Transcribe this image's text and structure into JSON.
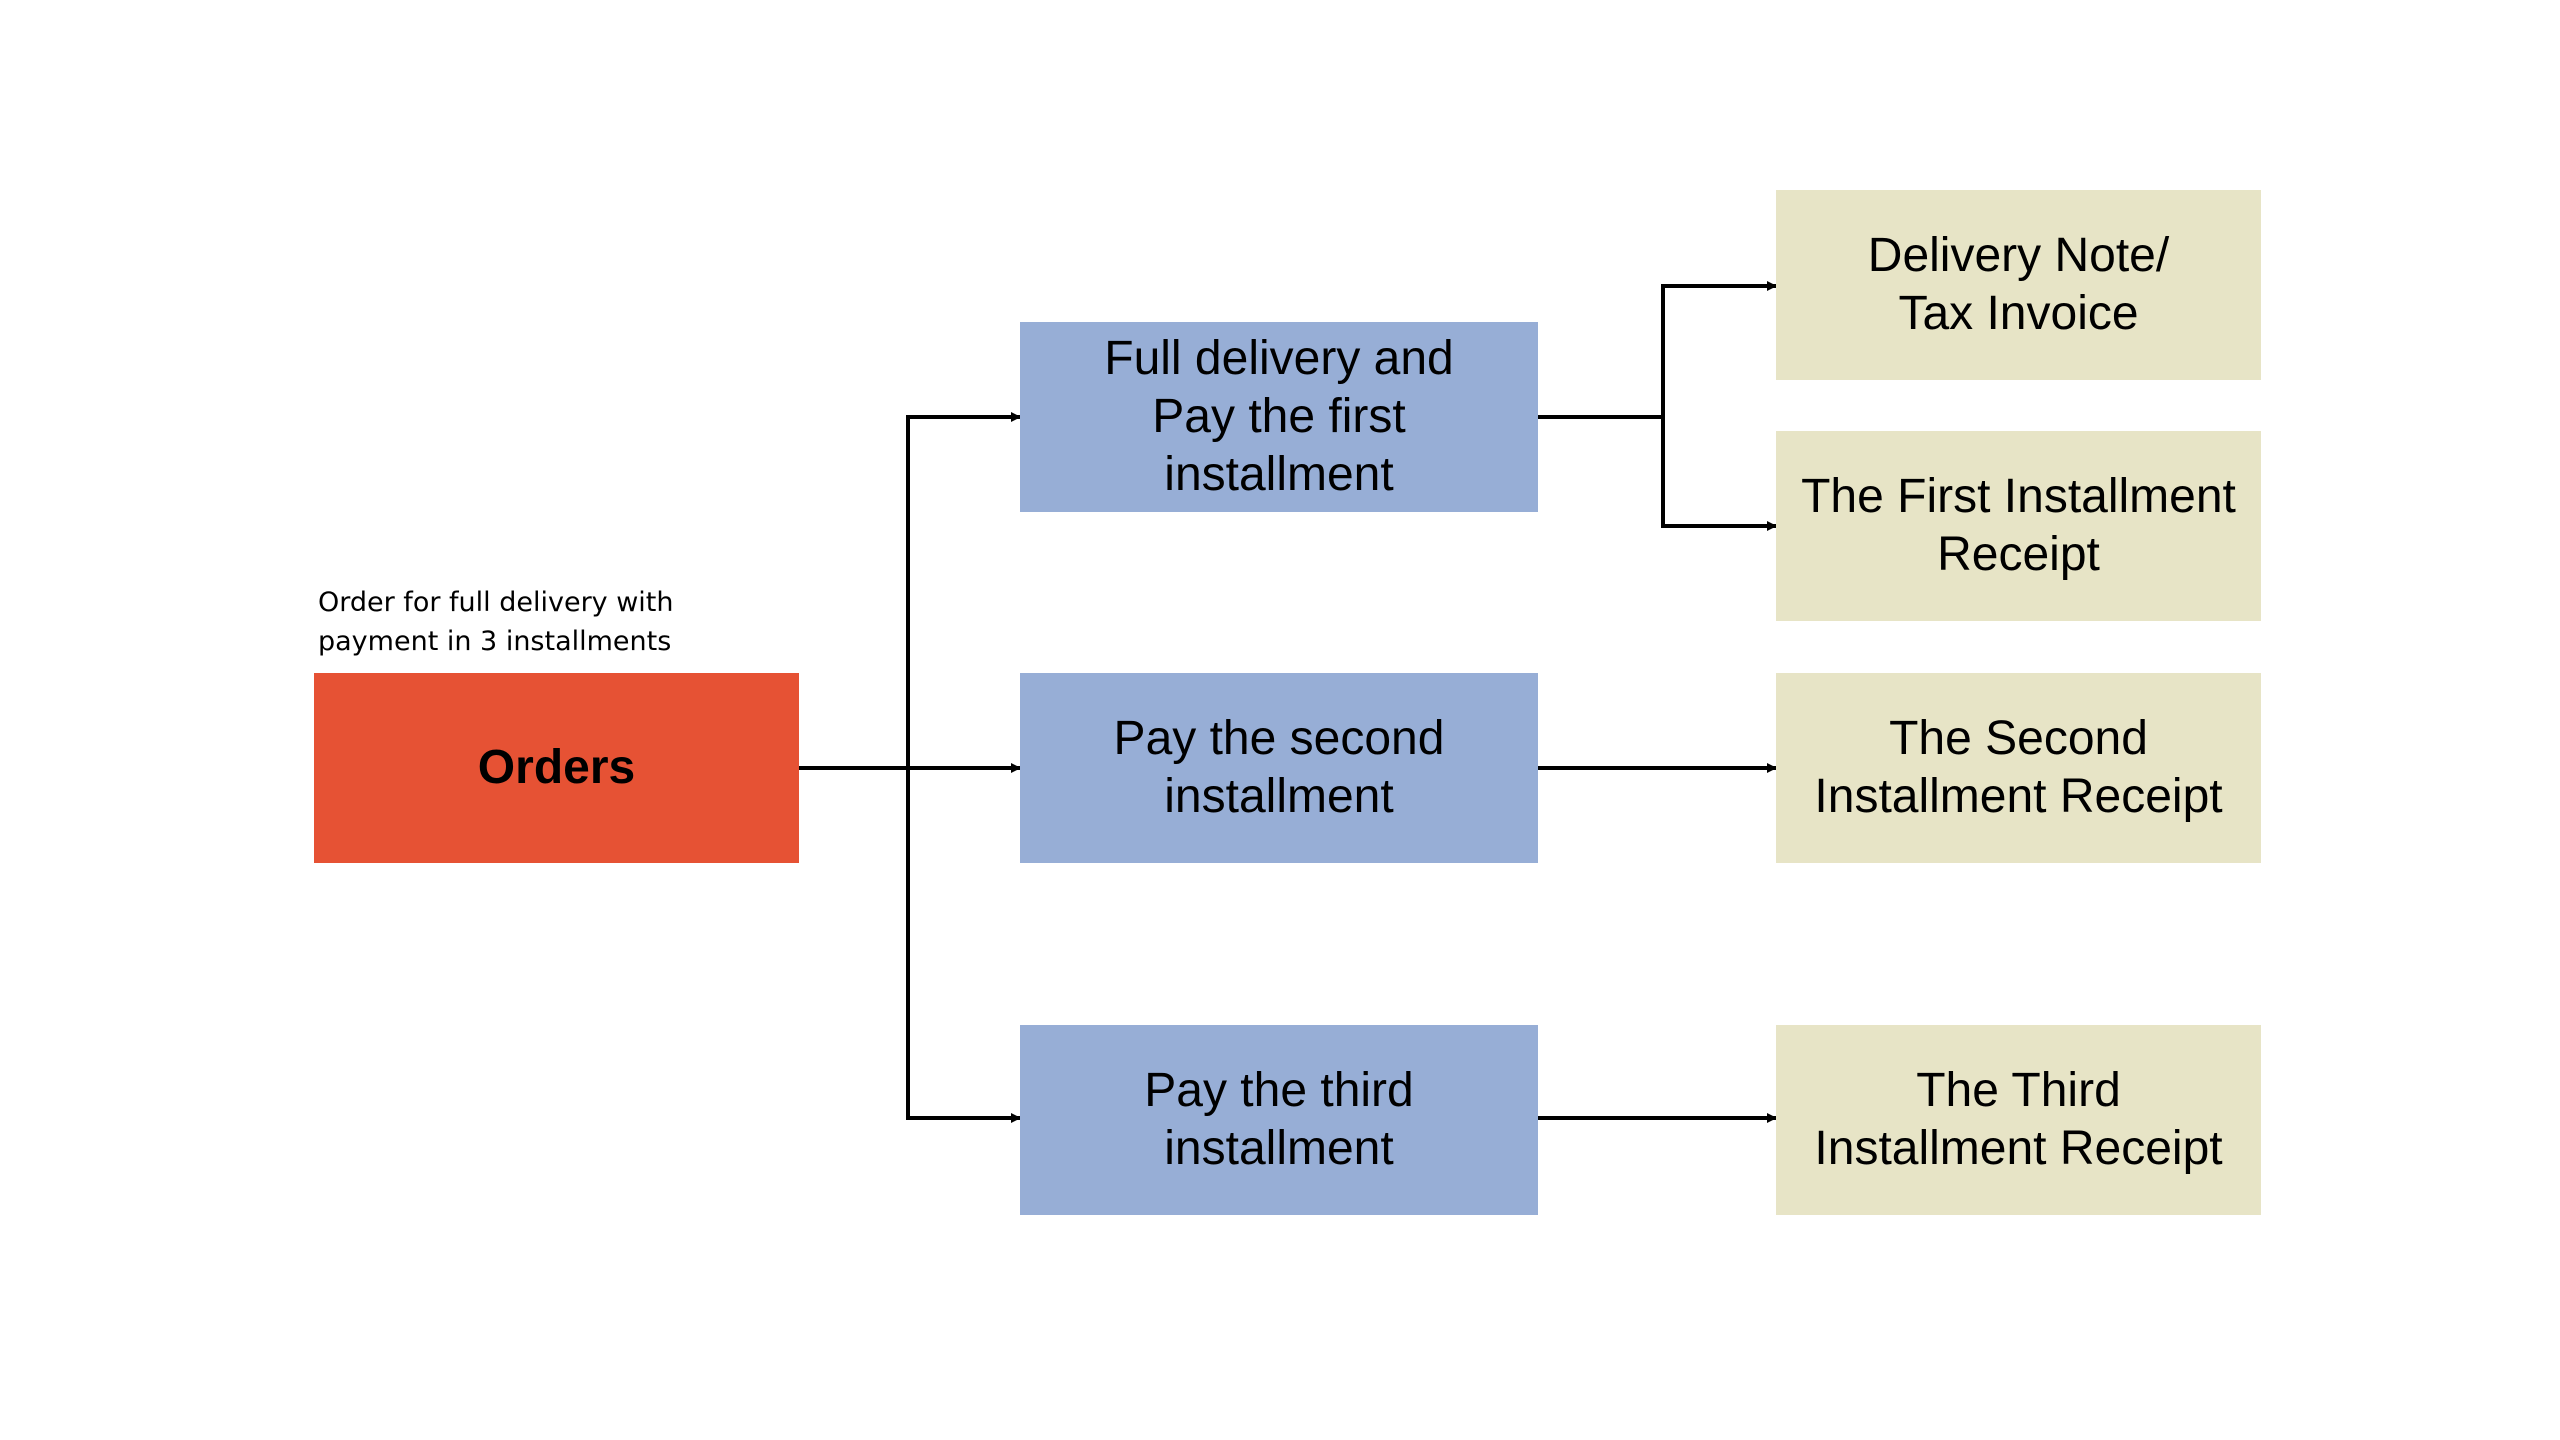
{
  "colors": {
    "source_fill": "#E65234",
    "step_fill": "#97AED6",
    "document_fill": "#E7E4C6",
    "connector": "#000000"
  },
  "note": {
    "line1": "Order for full delivery with",
    "line2": "payment in 3 installments"
  },
  "source": {
    "label": "Orders"
  },
  "steps": [
    {
      "lines": [
        "Full delivery and",
        "Pay the first",
        "installment"
      ]
    },
    {
      "lines": [
        "Pay the second",
        "installment"
      ]
    },
    {
      "lines": [
        "Pay the third",
        "installment"
      ]
    }
  ],
  "documents": [
    {
      "lines": [
        "Delivery Note/",
        "Tax Invoice"
      ]
    },
    {
      "lines": [
        "The First Installment",
        "Receipt"
      ]
    },
    {
      "lines": [
        "The Second",
        "Installment Receipt"
      ]
    },
    {
      "lines": [
        "The Third",
        "Installment Receipt"
      ]
    }
  ]
}
